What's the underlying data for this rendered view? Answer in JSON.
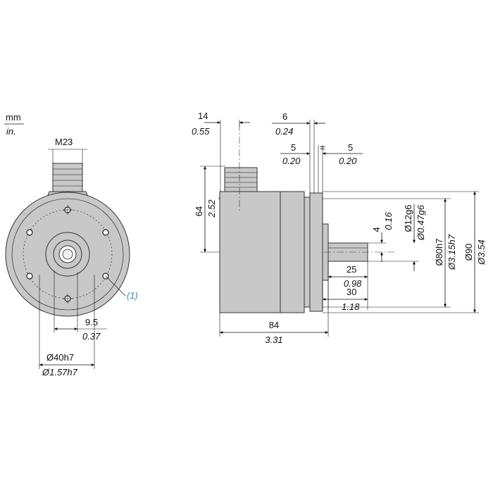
{
  "units": {
    "metric": "mm",
    "imperial": "in."
  },
  "front_view": {
    "connector": "M23",
    "hole_spacing_mm": "9.5",
    "hole_spacing_in": "0.37",
    "spigot_mm": "Ø40h7",
    "spigot_in": "Ø1.57h7",
    "callout": "(1)"
  },
  "side_view": {
    "connector_offset_mm": "14",
    "connector_offset_in": "0.55",
    "flange_gap_mm": "6",
    "flange_gap_in": "0.24",
    "flange_left_mm": "5",
    "flange_left_in": "0.20",
    "equal_sign": "=",
    "flange_right_mm": "5",
    "flange_right_in": "0.20",
    "height_mm": "64",
    "height_in": "2.52",
    "flat_mm": "4",
    "flat_in": "0.16",
    "shaft_dia_mm": "Ø12g6",
    "shaft_dia_in": "Ø0.47g6",
    "pilot_dia_mm": "Ø80h7",
    "pilot_dia_in": "Ø3.15h7",
    "outer_dia_mm": "Ø90",
    "outer_dia_in": "Ø3.54",
    "shaft_len_mm": "25",
    "shaft_len_in": "0.98",
    "shaft_total_mm": "30",
    "shaft_total_in": "1.18",
    "body_len_mm": "84",
    "body_len_in": "3.31"
  }
}
